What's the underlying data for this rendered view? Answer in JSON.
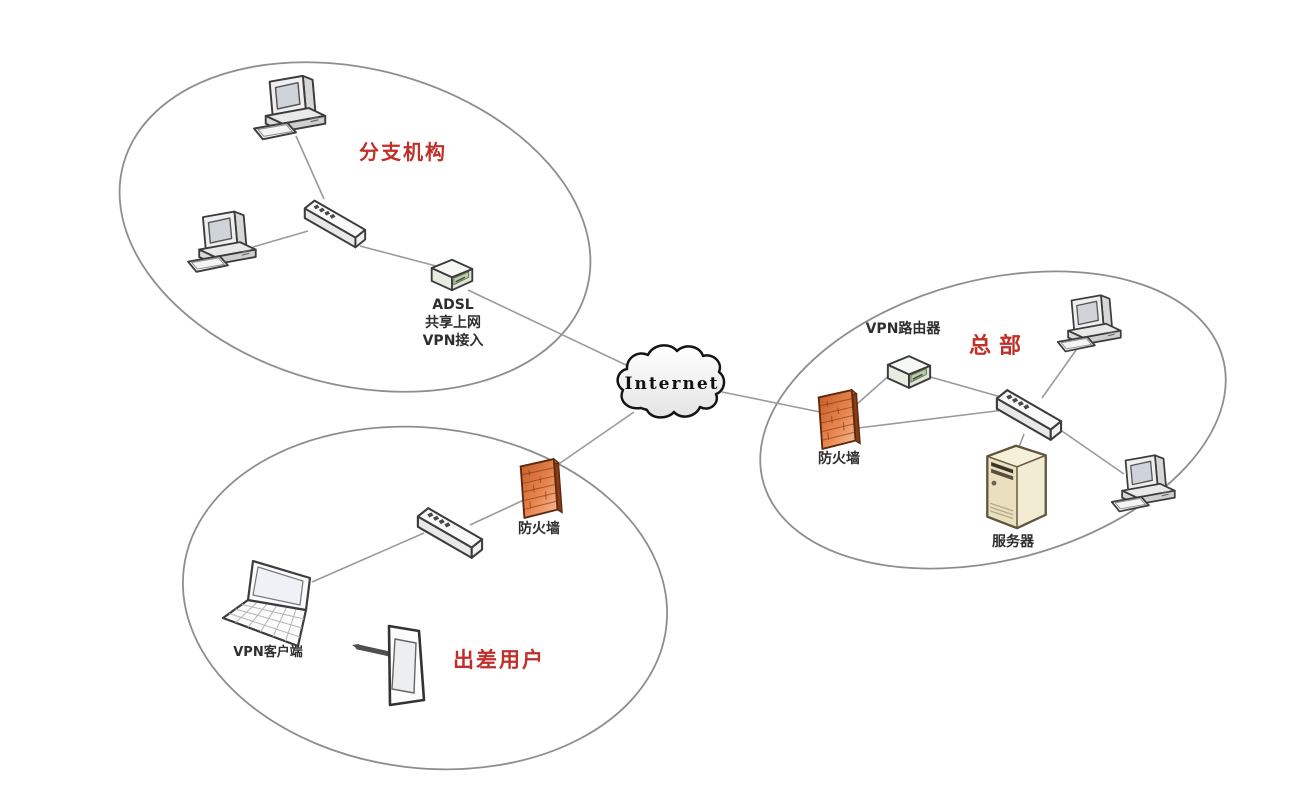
{
  "internet": {
    "label": "Internet"
  },
  "branch": {
    "title": "分支机构",
    "adsl_label": "ADSL\n共享上网\nVPN接入"
  },
  "headquarters": {
    "title": "总部",
    "vpn_router_label": "VPN路由器",
    "firewall_label": "防火墙",
    "server_label": "服务器"
  },
  "mobile_users": {
    "title": "出差用户",
    "laptop_label": "VPN客户端",
    "firewall_label": "防火墙"
  },
  "colors": {
    "zone_title_red": "#c0302a",
    "device_label": "#2e2e2e",
    "connection_line": "#9a9a9a",
    "ellipse_border": "#8e8e8e",
    "firewall_orange": "#e0763c"
  }
}
